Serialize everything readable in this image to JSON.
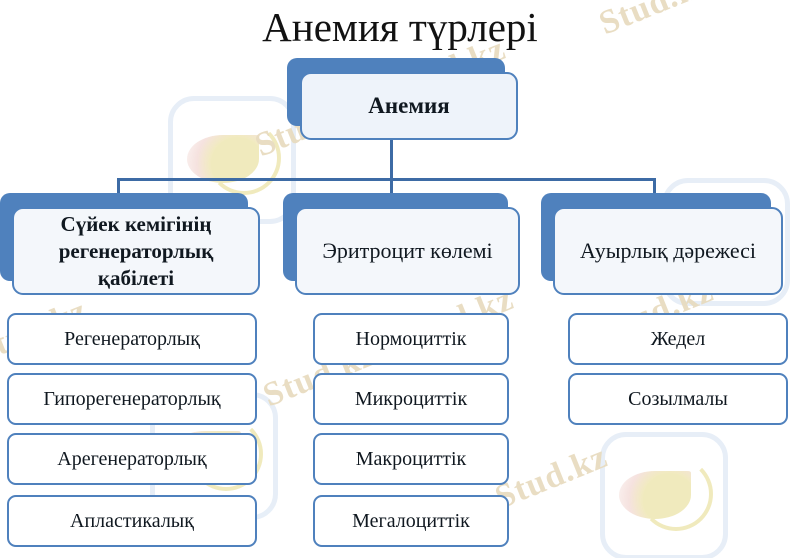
{
  "title": "Анемия түрлері",
  "colors": {
    "accent": "#4f81bd",
    "connector": "#3d6ba5",
    "card_fill": "#f4f7fb",
    "leaf_fill": "#ffffff",
    "text": "#101820",
    "watermark": "#e8dcc0"
  },
  "root": {
    "label": "Анемия"
  },
  "branches": [
    {
      "label": "Сүйек кемігінің регенераторлық қабілеті",
      "leaves": [
        {
          "label": "Регенераторлық"
        },
        {
          "label": "Гипорегенераторлық"
        },
        {
          "label": "Арегенераторлық"
        },
        {
          "label": "Апластикалық"
        }
      ]
    },
    {
      "label": "Эритроцит көлемі",
      "leaves": [
        {
          "label": "Нормоциттік"
        },
        {
          "label": "Микроциттік"
        },
        {
          "label": "Макроциттік"
        },
        {
          "label": "Мегалоциттік"
        }
      ]
    },
    {
      "label": "Ауырлық дәрежесі",
      "leaves": [
        {
          "label": "Жедел"
        },
        {
          "label": "Созылмалы"
        }
      ]
    }
  ],
  "watermark": {
    "text": "Stud.kz - Stud.kz",
    "short_text": "Stud.kz"
  }
}
